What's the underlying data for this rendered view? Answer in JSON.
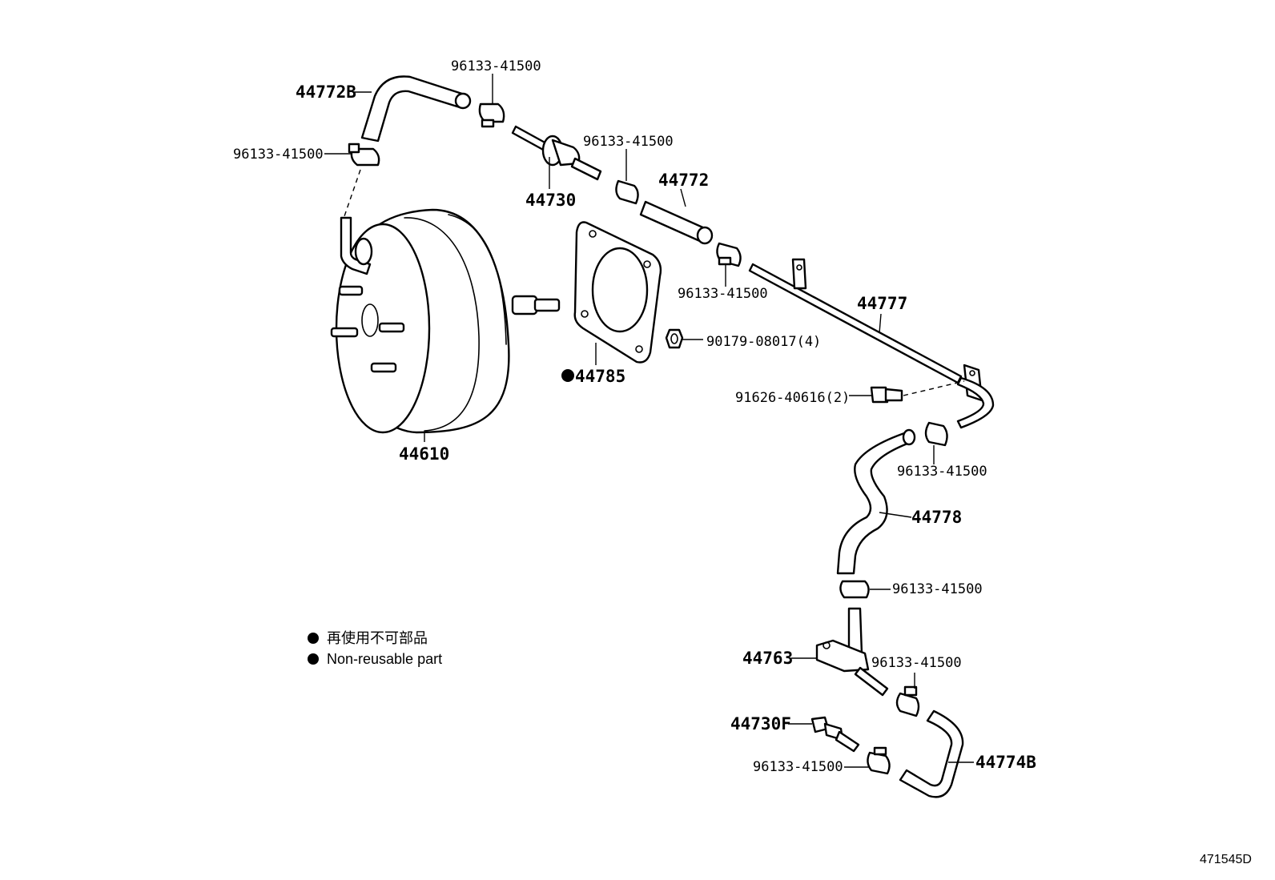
{
  "labels": {
    "hose_upper_left": "44772B",
    "clamp_top": "96133-41500",
    "clamp_left": "96133-41500",
    "check_valve": "44730",
    "clamp_mid": "96133-41500",
    "hose_straight": "44772",
    "clamp_mid_lower": "96133-41500",
    "pipe": "44777",
    "nut": "90179-08017(4)",
    "gasket": "44785",
    "bolt": "91626-40616(2)",
    "booster": "44610",
    "clamp_right": "96133-41500",
    "hose_right": "44778",
    "clamp_right_lower": "96133-41500",
    "bracket": "44763",
    "clamp_bottom": "96133-41500",
    "valve_bottom": "44730F",
    "clamp_bottom_left": "96133-41500",
    "hose_bottom": "44774B"
  },
  "legend": {
    "line_ja": "再使用不可部品",
    "line_en": "Non-reusable part"
  },
  "drawing_code": "471545D"
}
